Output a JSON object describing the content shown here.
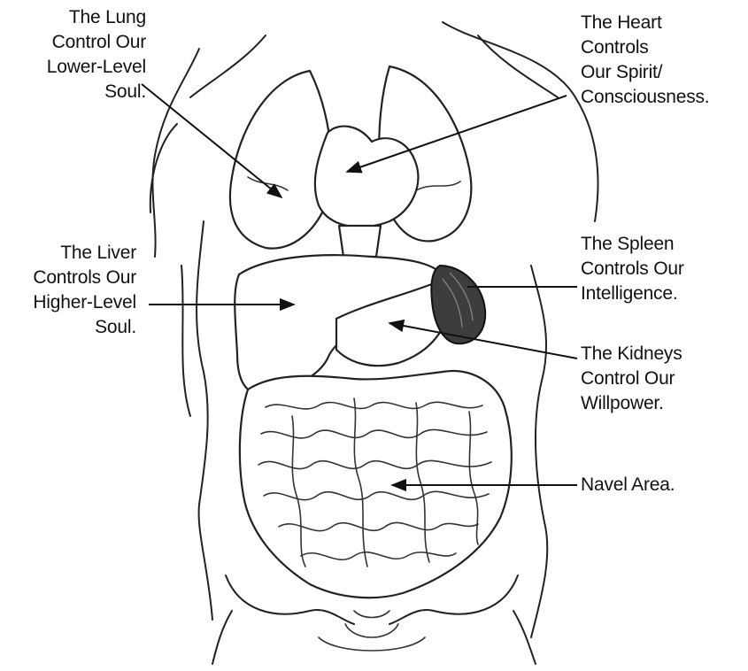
{
  "labels": {
    "lung": {
      "lines": [
        "The Lung",
        "Control Our",
        "Lower-Level",
        "Soul."
      ]
    },
    "heart": {
      "lines": [
        "The Heart",
        "Controls",
        "Our Spirit/",
        "Consciousness."
      ]
    },
    "liver": {
      "lines": [
        "The Liver",
        "Controls Our",
        "Higher-Level",
        "Soul."
      ]
    },
    "spleen": {
      "lines": [
        "The Spleen",
        "Controls Our",
        "Intelligence."
      ]
    },
    "kidneys": {
      "lines": [
        "The Kidneys",
        "Control Our",
        "Willpower."
      ]
    },
    "navel": {
      "lines": [
        "Navel Area."
      ]
    }
  },
  "colors": {
    "ink": "#111111",
    "background": "#ffffff",
    "spleen_fill": "#444444"
  }
}
